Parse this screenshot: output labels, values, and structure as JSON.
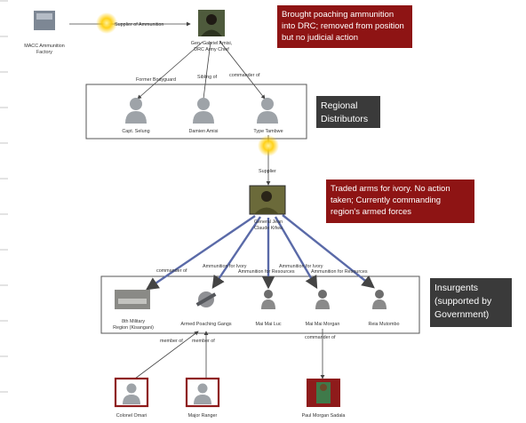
{
  "nodes": {
    "macc": {
      "line1": "MACC Ammunition",
      "line2": "Factory"
    },
    "amisi": {
      "line1": "Gen. Gabriel Amisi,",
      "line2": "DRC Army Chief"
    },
    "selung": {
      "label": "Capt. Selung"
    },
    "damien": {
      "label": "Damien Amisi"
    },
    "tambwe": {
      "label": "Type Tambwe"
    },
    "kifwa": {
      "line1": "General Jean",
      "line2": "Claude Kifwa"
    },
    "military": {
      "line1": "8th Military",
      "line2": "Region (Kisangani)"
    },
    "poaching": {
      "label": "Armed Poaching Gangs"
    },
    "luc": {
      "label": "Mai Mai Luc"
    },
    "morgan": {
      "label": "Mai Mai Morgan"
    },
    "mutombo": {
      "label": "Reia Mutombo"
    },
    "omari": {
      "label": "Colonel Omari"
    },
    "ranger": {
      "label": "Major Ranger"
    },
    "sadala": {
      "label": "Paul Morgan Sadala"
    }
  },
  "edges": {
    "supplier_ammo": "Supplier of Ammunition",
    "former_bodyguard": "Former Bodyguard",
    "sibling_of": "Sibling of",
    "commander_of_1": "commander of",
    "supplier": "Supplier",
    "commander_of_2": "commander of",
    "ammo_ivory_1": "Ammunition for Ivory",
    "ammo_resources_1": "Ammunition for Resources",
    "ammo_ivory_2": "Ammunition for Ivory",
    "ammo_resources_2": "Ammunition for Resources",
    "member_of_1": "member of",
    "member_of_2": "member of",
    "commander_of_3": "commander of"
  },
  "annotations": {
    "amisi_note": "Brought poaching ammunition into DRC; removed from position but no judicial action",
    "regional": "Regional Distributors",
    "kifwa_note": "Traded arms for ivory. No action taken; Currently commanding region's armed forces",
    "insurgents": "Insurgents (supported by Government)"
  },
  "colors": {
    "annotation_red": "#8e1414",
    "annotation_dark": "#3a3a3a",
    "edge": "#5a6aa8",
    "highlight": "#ffcc00"
  }
}
